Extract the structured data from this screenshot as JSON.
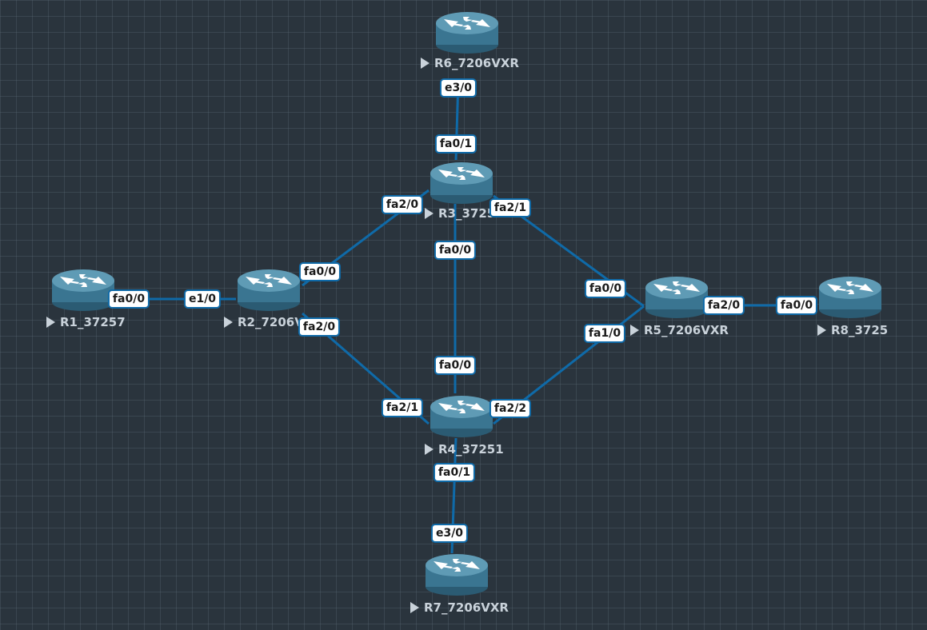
{
  "topology": {
    "nodes": [
      {
        "id": "R6",
        "label": "R6_7206VXR",
        "icon": "router-icon"
      },
      {
        "id": "R3",
        "label": "R3_37251",
        "icon": "router-icon"
      },
      {
        "id": "R1",
        "label": "R1_37257",
        "icon": "router-icon"
      },
      {
        "id": "R2",
        "label": "R2_7206VXR",
        "icon": "router-icon"
      },
      {
        "id": "R5",
        "label": "R5_7206VXR",
        "icon": "router-icon"
      },
      {
        "id": "R8",
        "label": "R8_3725",
        "icon": "router-icon"
      },
      {
        "id": "R4",
        "label": "R4_37251",
        "icon": "router-icon"
      },
      {
        "id": "R7",
        "label": "R7_7206VXR",
        "icon": "router-icon"
      }
    ],
    "links": [
      {
        "from": "R6",
        "to": "R3",
        "from_port": "e3/0",
        "to_port": "fa0/1"
      },
      {
        "from": "R1",
        "to": "R2",
        "from_port": "fa0/0",
        "to_port": "e1/0"
      },
      {
        "from": "R2",
        "to": "R3",
        "from_port": "fa0/0",
        "to_port": "fa2/0"
      },
      {
        "from": "R2",
        "to": "R4",
        "from_port": "fa2/0",
        "to_port": "fa2/1"
      },
      {
        "from": "R3",
        "to": "R4",
        "from_port": "fa0/0",
        "to_port": "fa0/0"
      },
      {
        "from": "R3",
        "to": "R5",
        "from_port": "fa2/1",
        "to_port": "fa0/0"
      },
      {
        "from": "R4",
        "to": "R5",
        "from_port": "fa2/2",
        "to_port": "fa1/0"
      },
      {
        "from": "R5",
        "to": "R8",
        "from_port": "fa2/0",
        "to_port": "fa0/0"
      },
      {
        "from": "R4",
        "to": "R7",
        "from_port": "fa0/1",
        "to_port": "e3/0"
      }
    ]
  },
  "colors": {
    "background": "#2a343d",
    "link": "#0f6aa8",
    "router_body": "#3a7591",
    "router_top": "#5f9bb5",
    "label_text": "#c9d2da"
  }
}
